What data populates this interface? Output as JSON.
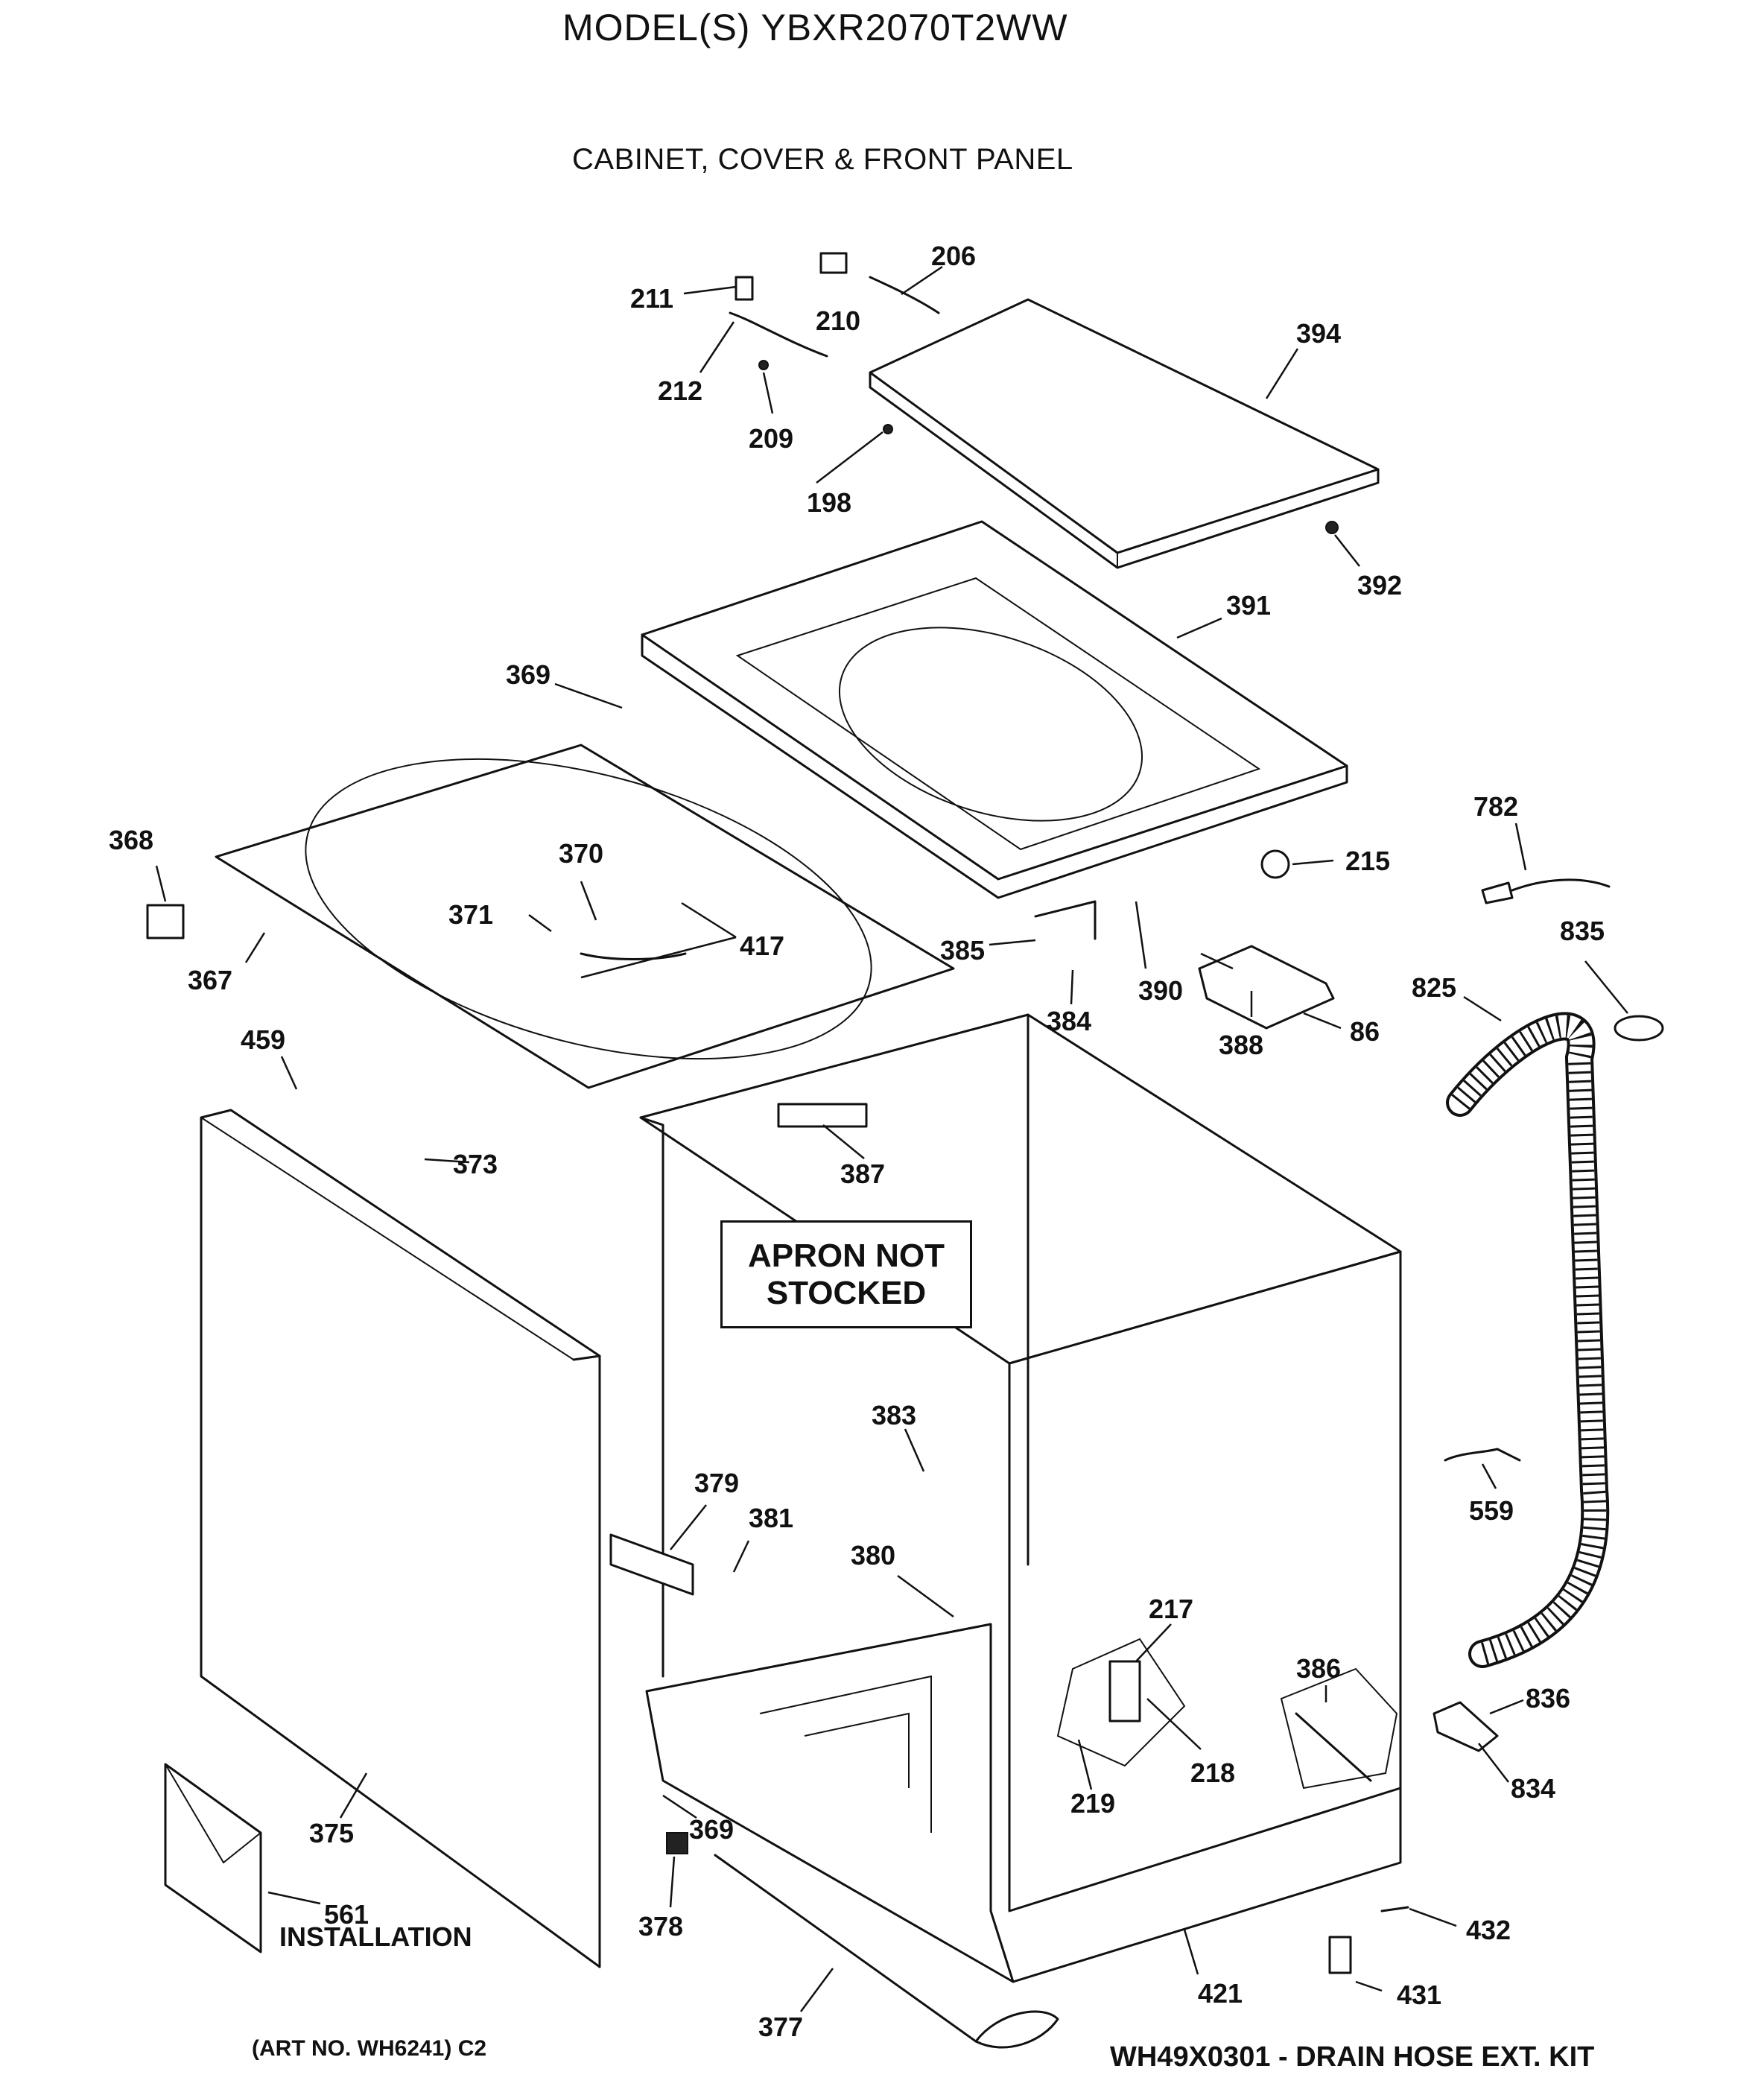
{
  "header": {
    "model": "MODEL(S) YBXR2070T2WW",
    "section": "CABINET, COVER & FRONT PANEL"
  },
  "callouts": {
    "apron_line1": "APRON NOT",
    "apron_line2": "STOCKED",
    "installation": "INSTALLATION"
  },
  "footer": {
    "art_no": "(ART NO. WH6241) C2",
    "kit": "WH49X0301 - DRAIN HOSE EXT. KIT"
  },
  "parts": {
    "p206": "206",
    "p211": "211",
    "p210": "210",
    "p212": "212",
    "p209": "209",
    "p198": "198",
    "p394": "394",
    "p392": "392",
    "p391": "391",
    "p369a": "369",
    "p782": "782",
    "p368": "368",
    "p370": "370",
    "p215": "215",
    "p371": "371",
    "p417": "417",
    "p835": "835",
    "p367": "367",
    "p385": "385",
    "p825": "825",
    "p390": "390",
    "p384": "384",
    "p86": "86",
    "p388": "388",
    "p459": "459",
    "p387": "387",
    "p373": "373",
    "p383": "383",
    "p379": "379",
    "p381": "381",
    "p559": "559",
    "p380": "380",
    "p217": "217",
    "p386": "386",
    "p836": "836",
    "p218": "218",
    "p834": "834",
    "p219": "219",
    "p375": "375",
    "p369b": "369",
    "p561": "561",
    "p378": "378",
    "p432": "432",
    "p421": "421",
    "p431": "431",
    "p377": "377"
  }
}
